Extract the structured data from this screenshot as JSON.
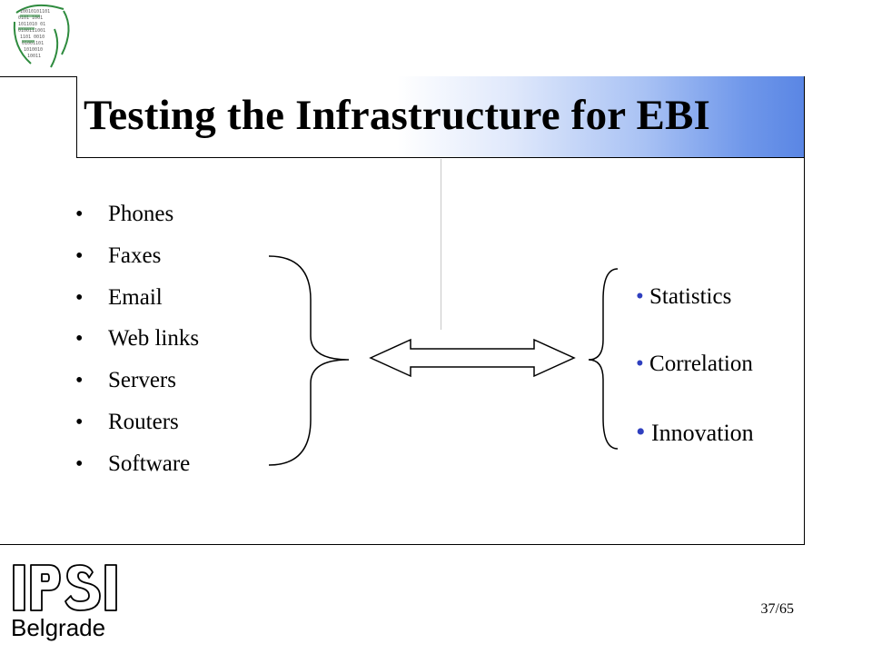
{
  "slide": {
    "title": "Testing the Infrastructure for EBI",
    "left_items": [
      {
        "label": "Phones"
      },
      {
        "label": "Faxes"
      },
      {
        "label": "Email"
      },
      {
        "label": "Web links"
      },
      {
        "label": "Servers"
      },
      {
        "label": "Routers"
      },
      {
        "label": "Software"
      }
    ],
    "right_items": [
      {
        "label": "Statistics"
      },
      {
        "label": "Correlation"
      },
      {
        "label": "Innovation"
      }
    ],
    "bullet_char": "•",
    "page_number": "37/65"
  },
  "logo": {
    "brand": "IPSI",
    "city": "Belgrade"
  },
  "colors": {
    "title_gradient_end": "#5a86e4",
    "right_bullet": "#2f3fbf",
    "logo_green": "#2e8b3e"
  }
}
